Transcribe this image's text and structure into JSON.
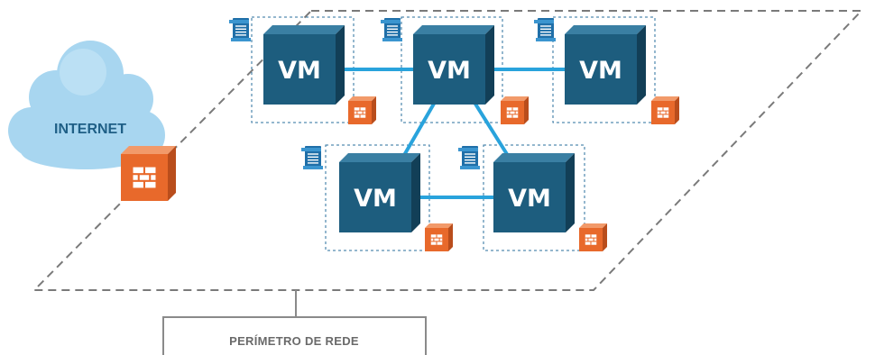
{
  "internet": {
    "label": "INTERNET"
  },
  "perimeter": {
    "label": "PERÍMETRO DE REDE"
  },
  "vm_label": "VM",
  "vms": [
    {
      "id": "vm-1",
      "label": "VM"
    },
    {
      "id": "vm-2",
      "label": "VM"
    },
    {
      "id": "vm-3",
      "label": "VM"
    },
    {
      "id": "vm-4",
      "label": "VM"
    },
    {
      "id": "vm-5",
      "label": "VM"
    }
  ],
  "connections": [
    [
      "vm-1",
      "vm-2"
    ],
    [
      "vm-2",
      "vm-3"
    ],
    [
      "vm-2",
      "vm-4"
    ],
    [
      "vm-2",
      "vm-5"
    ],
    [
      "vm-4",
      "vm-5"
    ]
  ],
  "colors": {
    "vm_front": "#1d5d7e",
    "vm_side": "#123f57",
    "vm_top": "#3a7fa3",
    "link": "#29a3dc",
    "firewall": "#e8692b",
    "firewall_side": "#b94d1c",
    "cloud": "#a8d6f0",
    "policy": "#1f6fa8",
    "dashed_border": "#7a7a7a"
  },
  "icons": [
    "cloud-icon",
    "firewall-icon",
    "policy-document-icon"
  ]
}
